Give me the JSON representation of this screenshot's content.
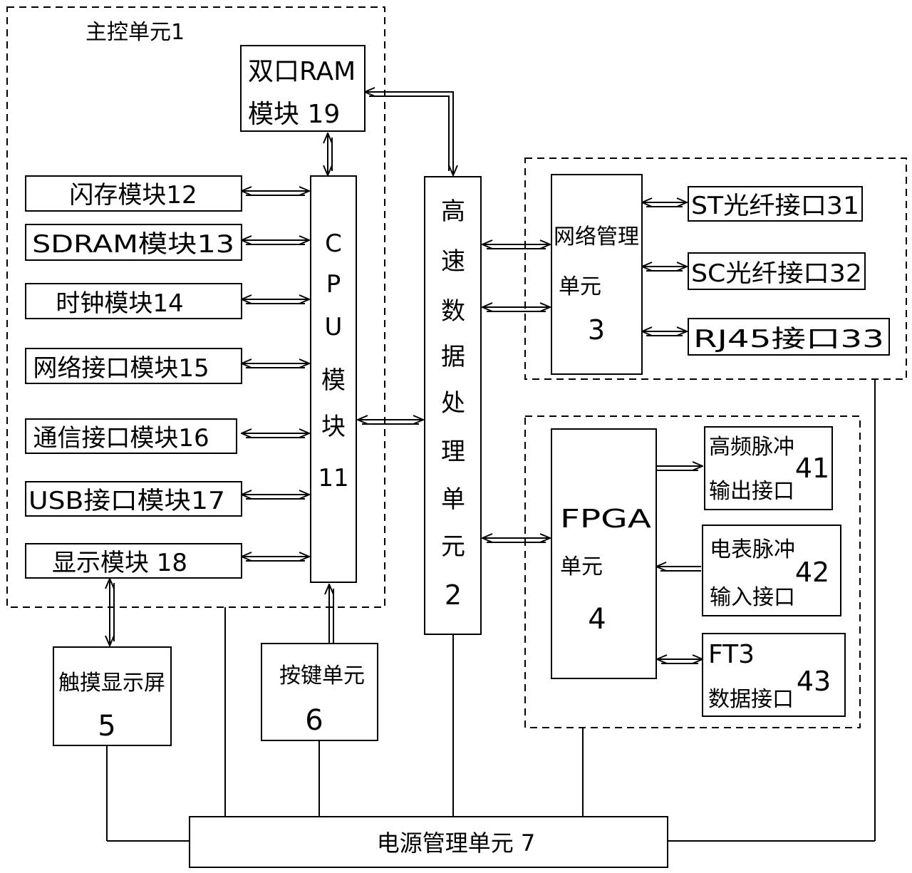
{
  "groups": {
    "main_control": "主控单元1"
  },
  "modules": {
    "dual_ram": [
      "双口RAM",
      "模块 19"
    ],
    "flash": "闪存模块12",
    "sdram": "SDRAM模块13",
    "clock": "时钟模块14",
    "net_if": "网络接口模块15",
    "comm_if": "通信接口模块16",
    "usb_if": "USB接口模块17",
    "display": "显示模块 18",
    "cpu": [
      "C",
      "P",
      "U",
      "模",
      "块",
      "11"
    ],
    "hsdp": [
      "高",
      "速",
      "数",
      "据",
      "处",
      "理",
      "单",
      "元",
      "2"
    ],
    "net_mgmt": [
      "网络管理",
      "单元",
      "3"
    ],
    "st_fiber": "ST光纤接口31",
    "sc_fiber": "SC光纤接口32",
    "rj45": "RJ45接口33",
    "fpga": [
      "FPGA",
      "单元",
      "4"
    ],
    "hf_pulse": [
      "高频脉冲",
      "输出接口",
      "41"
    ],
    "meter_pulse": [
      "电表脉冲",
      "输入接口",
      "42"
    ],
    "ft3": [
      "FT3",
      "数据接口",
      "43"
    ],
    "touchscreen": [
      "触摸显示屏",
      "5"
    ],
    "keypad": [
      "按键单元",
      "6"
    ],
    "power": "电源管理单元 7"
  }
}
